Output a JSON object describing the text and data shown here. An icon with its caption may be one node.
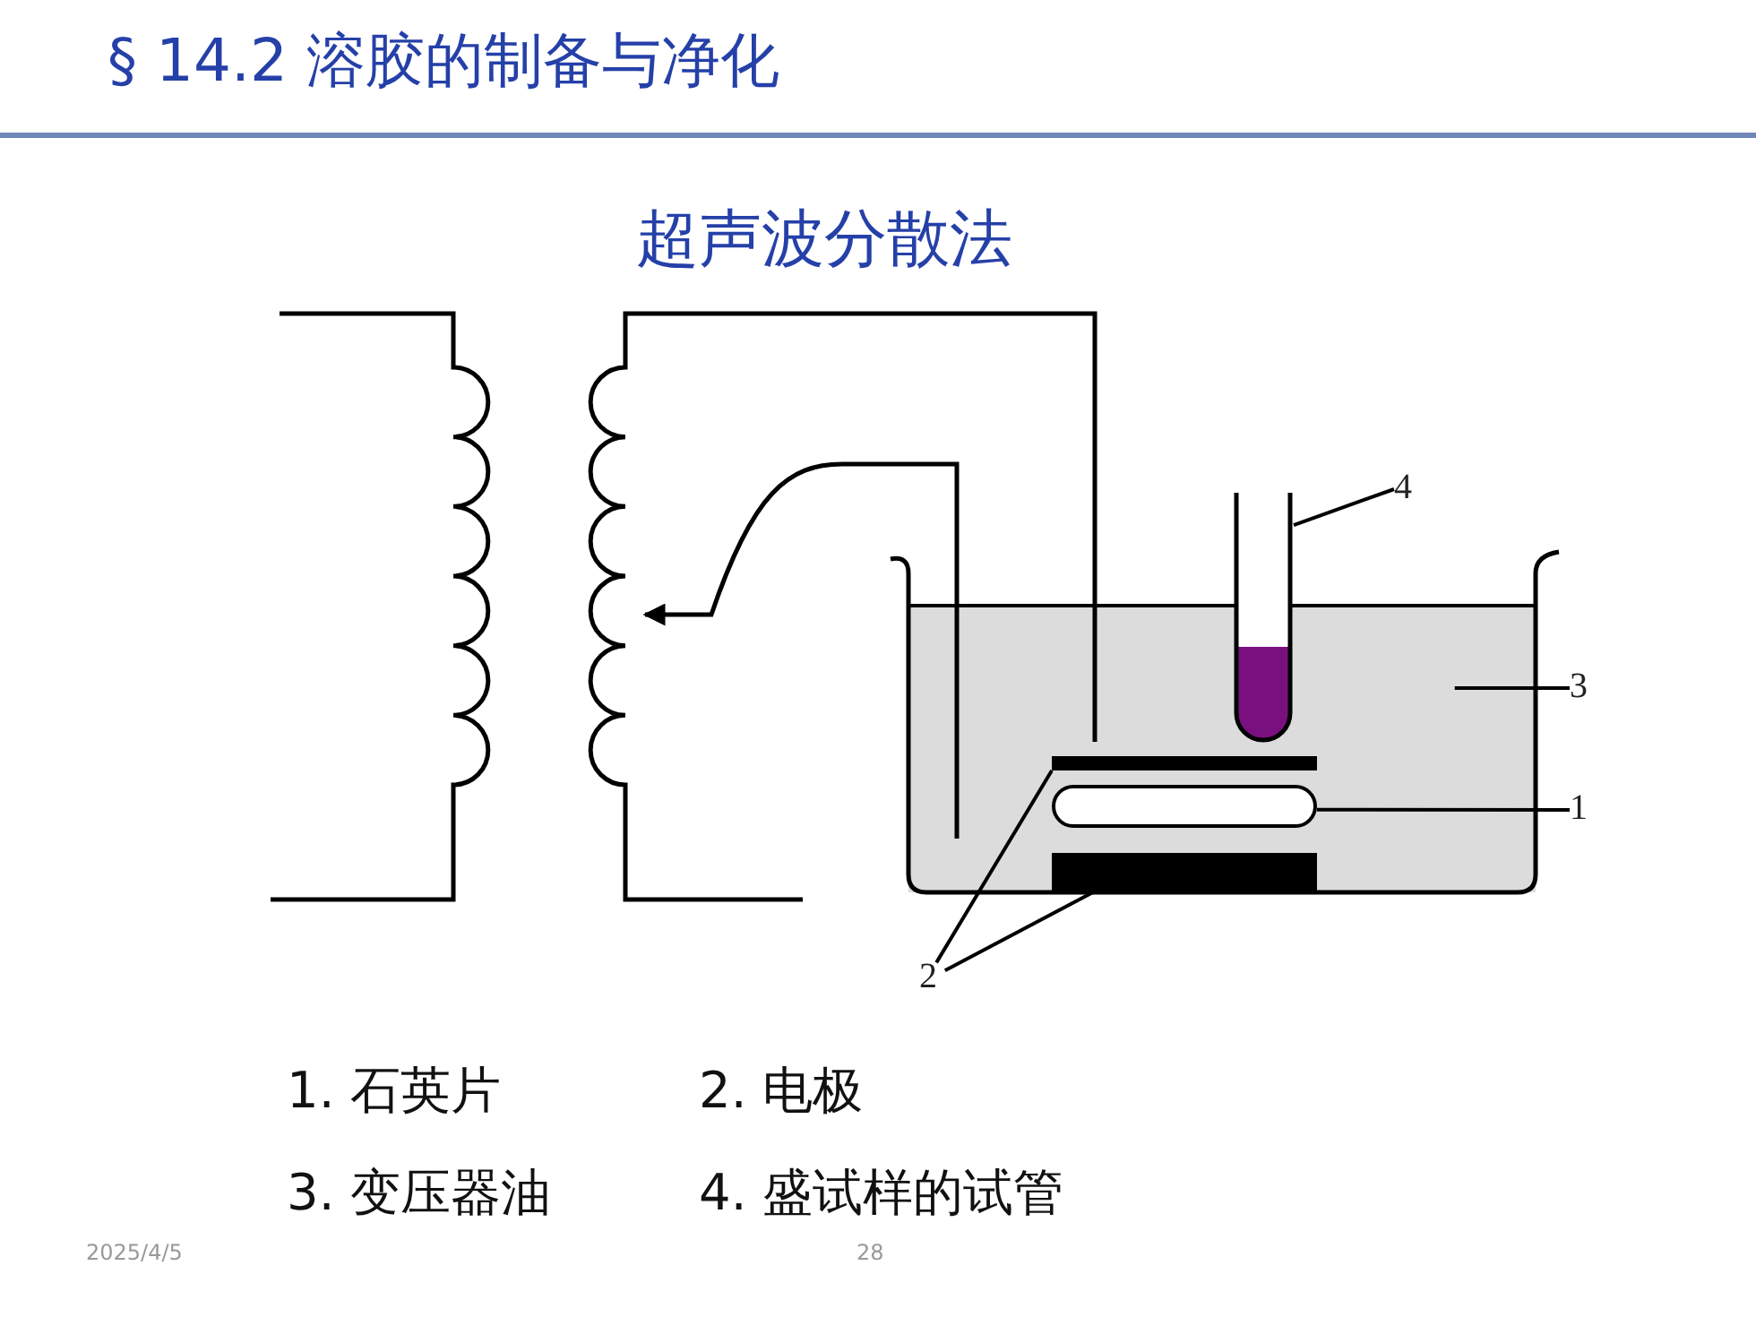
{
  "diagram": {
    "title": "§ 14.2  溶胶的制备与净化",
    "nodes": [
      {
        "text": [
          "4"
        ]
      },
      {
        "text": [
          "3"
        ]
      },
      {
        "text": [
          "1"
        ]
      },
      {
        "text": [
          "2"
        ]
      },
      {
        "text": [],
        "shape": "tube"
      },
      {
        "text": [],
        "shape": "box"
      },
      {
        "text": [],
        "shape": "capsule",
        "in": 5
      },
      {
        "text": [],
        "shape": "bar",
        "in": 5
      },
      {
        "text": [],
        "shape": "bar",
        "in": 5
      }
    ],
    "edges": [
      {
        "from": 0,
        "to": 4,
        "arrow": "none"
      },
      {
        "from": 1,
        "to": 5,
        "arrow": "none"
      },
      {
        "from": 2,
        "to": 6,
        "arrow": "none"
      },
      {
        "from": 3,
        "to": 7,
        "arrow": "none"
      },
      {
        "from": 3,
        "to": 8,
        "arrow": "none"
      }
    ],
    "labels": [
      "超声波分散法",
      "1. 石英片",
      "2. 电极",
      "3. 变压器油",
      "4. 盛试样的试管",
      "2025/4/5",
      "28"
    ]
  }
}
